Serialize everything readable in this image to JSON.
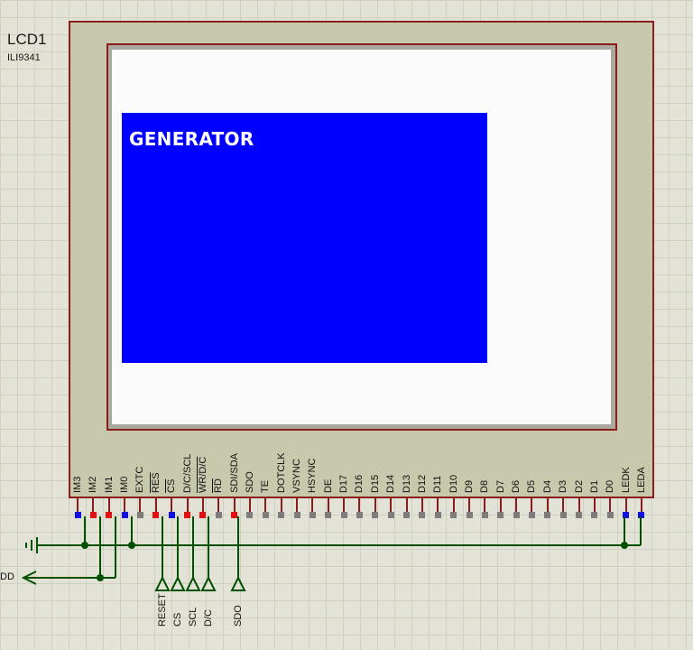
{
  "component": {
    "ref": "LCD1",
    "model": "ILI9341",
    "screen_text": "GENERATOR"
  },
  "colors": {
    "body": "#c8c8ad",
    "outline": "#8b1c1c",
    "screen_fill": "#0000ff",
    "wire": "#005000",
    "pin_red": "#e01010",
    "pin_blue": "#1010e0",
    "pin_gray": "#7d7d7d"
  },
  "pins": [
    {
      "label": "IM3",
      "state": "blue",
      "overline": false
    },
    {
      "label": "IM2",
      "state": "red",
      "overline": false
    },
    {
      "label": "IM1",
      "state": "red",
      "overline": false
    },
    {
      "label": "IM0",
      "state": "blue",
      "overline": false
    },
    {
      "label": "EXTC",
      "state": "gray",
      "overline": false
    },
    {
      "label": "RES",
      "state": "red",
      "overline": true
    },
    {
      "label": "CS",
      "state": "blue",
      "overline": true
    },
    {
      "label": "D/C/SCL",
      "state": "red",
      "overline": false
    },
    {
      "label": "WR/D/C",
      "state": "red",
      "overline": true
    },
    {
      "label": "RD",
      "state": "gray",
      "overline": true
    },
    {
      "label": "SDI/SDA",
      "state": "red",
      "overline": false
    },
    {
      "label": "SDO",
      "state": "gray",
      "overline": false
    },
    {
      "label": "TE",
      "state": "gray",
      "overline": false
    },
    {
      "label": "DOTCLK",
      "state": "gray",
      "overline": false
    },
    {
      "label": "VSYNC",
      "state": "gray",
      "overline": false
    },
    {
      "label": "HSYNC",
      "state": "gray",
      "overline": false
    },
    {
      "label": "DE",
      "state": "gray",
      "overline": false
    },
    {
      "label": "D17",
      "state": "gray",
      "overline": false
    },
    {
      "label": "D16",
      "state": "gray",
      "overline": false
    },
    {
      "label": "D15",
      "state": "gray",
      "overline": false
    },
    {
      "label": "D14",
      "state": "gray",
      "overline": false
    },
    {
      "label": "D13",
      "state": "gray",
      "overline": false
    },
    {
      "label": "D12",
      "state": "gray",
      "overline": false
    },
    {
      "label": "D11",
      "state": "gray",
      "overline": false
    },
    {
      "label": "D10",
      "state": "gray",
      "overline": false
    },
    {
      "label": "D9",
      "state": "gray",
      "overline": false
    },
    {
      "label": "D8",
      "state": "gray",
      "overline": false
    },
    {
      "label": "D7",
      "state": "gray",
      "overline": false
    },
    {
      "label": "D6",
      "state": "gray",
      "overline": false
    },
    {
      "label": "D5",
      "state": "gray",
      "overline": false
    },
    {
      "label": "D4",
      "state": "gray",
      "overline": false
    },
    {
      "label": "D3",
      "state": "gray",
      "overline": false
    },
    {
      "label": "D2",
      "state": "gray",
      "overline": false
    },
    {
      "label": "D1",
      "state": "gray",
      "overline": false
    },
    {
      "label": "D0",
      "state": "gray",
      "overline": false
    },
    {
      "label": "LEDK",
      "state": "blue",
      "overline": false
    },
    {
      "label": "LEDA",
      "state": "blue",
      "overline": false
    }
  ],
  "net_labels": {
    "reset": "RESET",
    "cs": "CS",
    "scl": "SCL",
    "dc": "D/C",
    "sdo": "SDO",
    "vdd": "DD"
  }
}
